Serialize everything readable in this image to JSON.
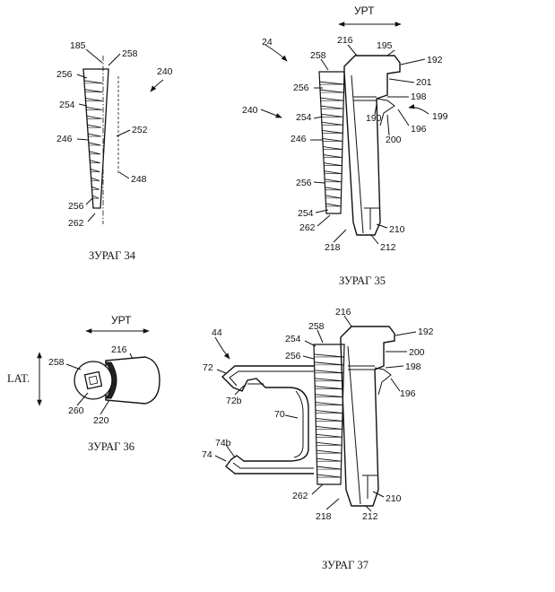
{
  "figures": {
    "fig34": {
      "caption": "ЗУРАГ 34",
      "labels": {
        "l185": "185",
        "l258": "258",
        "l256a": "256",
        "l254": "254",
        "l246": "246",
        "l256b": "256",
        "l262": "262",
        "l240": "240",
        "l252": "252",
        "l248": "248"
      }
    },
    "fig35": {
      "caption": "ЗУРАГ 35",
      "direction": "УРТ",
      "labels": {
        "l24": "24",
        "l216": "216",
        "l195": "195",
        "l192": "192",
        "l258": "258",
        "l201": "201",
        "l256a": "256",
        "l198": "198",
        "l240": "240",
        "l254a": "254",
        "l190": "190",
        "l199": "199",
        "l196": "196",
        "l200": "200",
        "l246": "246",
        "l256b": "256",
        "l254b": "254",
        "l262": "262",
        "l210": "210",
        "l218": "218",
        "l212": "212"
      }
    },
    "fig36": {
      "caption": "ЗУРАГ 36",
      "direction": "УРТ",
      "lateral": "LAT.",
      "labels": {
        "l258": "258",
        "l216": "216",
        "l260": "260",
        "l220": "220"
      }
    },
    "fig37": {
      "caption": "ЗУРАГ 37",
      "labels": {
        "l216": "216",
        "l258": "258",
        "l192": "192",
        "l44": "44",
        "l254": "254",
        "l200": "200",
        "l256": "256",
        "l198": "198",
        "l72": "72",
        "l196": "196",
        "l72b": "72b",
        "l70": "70",
        "l74b": "74b",
        "l74": "74",
        "l262": "262",
        "l210": "210",
        "l218": "218",
        "l212": "212"
      }
    }
  }
}
